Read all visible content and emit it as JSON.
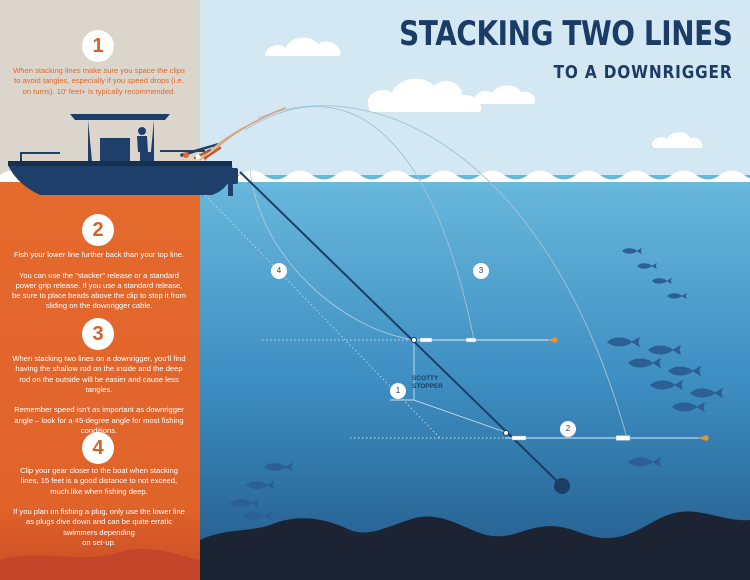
{
  "title": "STACKING TWO LINES",
  "subtitle": "TO A DOWNRIGGER",
  "steps": [
    {
      "number": "1",
      "text": "When stacking lines make sure you space the clips to avoid tangles, especially if you speed drops (i.e. on turns). 10' feet+ is typically recommended."
    },
    {
      "number": "2",
      "text": "Fish your lower line further back than your top line.\n\nYou can use  the \"stacker\" release or a standard power grip release. If you use a standard release, be sure to place beads above the clip to stop it from sliding on the downrigger cable."
    },
    {
      "number": "3",
      "text": "When stacking two lines on a downrigger, you'll find having the shallow rod on the inside and the deep rod on the outside will be easier and cause less tangles.\n\nRemember speed isn't as important as downrigger angle – look for a 45-degree angle for most fishing conditions."
    },
    {
      "number": "4",
      "text": "Clip your gear closer to the boat when stacking lines, 15 feet is a good distance to not exceed, much like when fishing deep.\n\nIf you plan on fishing a plug, only use the lower line as plugs dive down and can be quite erratic swimmers depending\non set-up."
    }
  ],
  "diagram": {
    "line_labels": [
      "1",
      "2",
      "3",
      "4"
    ],
    "stopper_label": "SCOTTY\nSTOPPER"
  },
  "colors": {
    "sky": "#d3e8f3",
    "water_top": "#63b3d9",
    "water_bottom": "#235e8e",
    "panel_top": "#dcd5cb",
    "panel_orange": "#e56a2d",
    "title": "#1a3c66",
    "boat": "#1e3f6a",
    "mountains": "#1c2433",
    "fish": "#2b5f95",
    "lure": "#e8962a"
  }
}
